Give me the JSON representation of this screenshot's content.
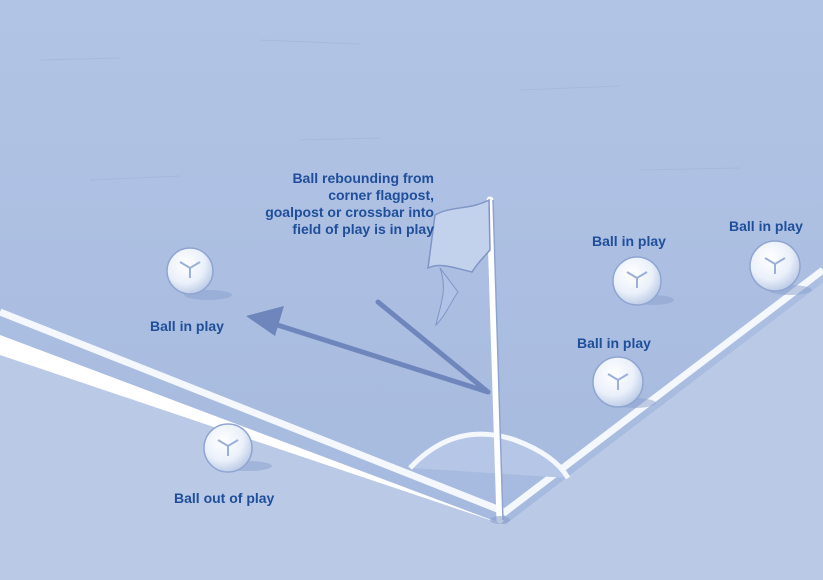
{
  "diagram": {
    "rebound_note": {
      "lines": [
        "Ball rebounding from",
        "corner flagpost,",
        "goalpost or crossbar into",
        "field of play is in play"
      ]
    },
    "labels": {
      "ball_left_in_play": "Ball in play",
      "ball_out_of_play": "Ball out of play",
      "ball_upper_mid_in_play": "Ball in play",
      "ball_lower_mid_in_play": "Ball in play",
      "ball_far_right_in_play": "Ball in play"
    },
    "colors": {
      "pitch": "#aec1e3",
      "pitch_shade": "#9fb4db",
      "outside_area": "#b9c9e6",
      "line_white": "#f4f7fc",
      "label_text": "#1f4e9a",
      "arrow": "#6f86bd"
    }
  }
}
